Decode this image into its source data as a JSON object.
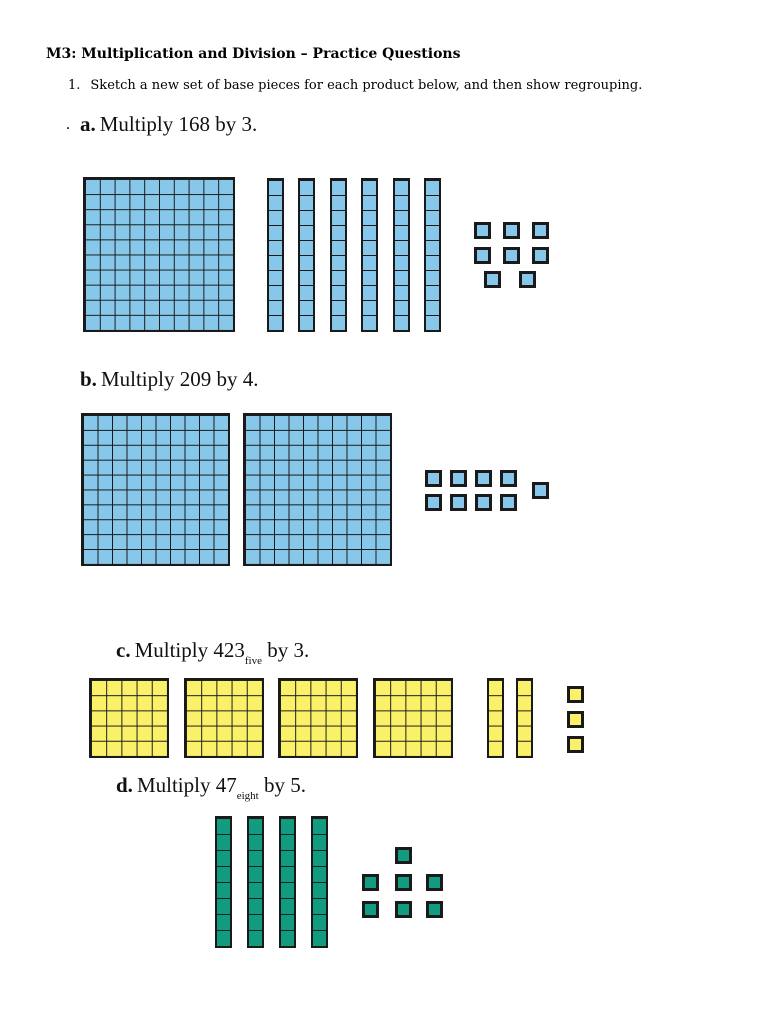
{
  "header": {
    "title": "M3:  Multiplication and Division – Practice Questions"
  },
  "question": {
    "number": "1.",
    "text": "Sketch a new set of base pieces for each product below, and then show regrouping."
  },
  "parts": [
    {
      "label": "a.",
      "text": "Multiply 168 by 3.",
      "color": "#87c8ea",
      "flats": 1,
      "longs": 6,
      "units": 8
    },
    {
      "label": "b.",
      "text": "Multiply 209 by 4.",
      "color": "#87c8ea",
      "flats": 2,
      "longs": 0,
      "units": 9
    },
    {
      "label": "c.",
      "text_before": "Multiply 423",
      "subscript": "five",
      "text_after": "by 3.",
      "color": "#fbf06a",
      "flats": 4,
      "longs": 2,
      "units": 3
    },
    {
      "label": "d.",
      "text_before": "Multiply 47",
      "subscript": "eight",
      "text_after": "by 5.",
      "color": "#119c80",
      "flats": 0,
      "longs": 4,
      "units": 7
    }
  ],
  "stray_mark": "."
}
